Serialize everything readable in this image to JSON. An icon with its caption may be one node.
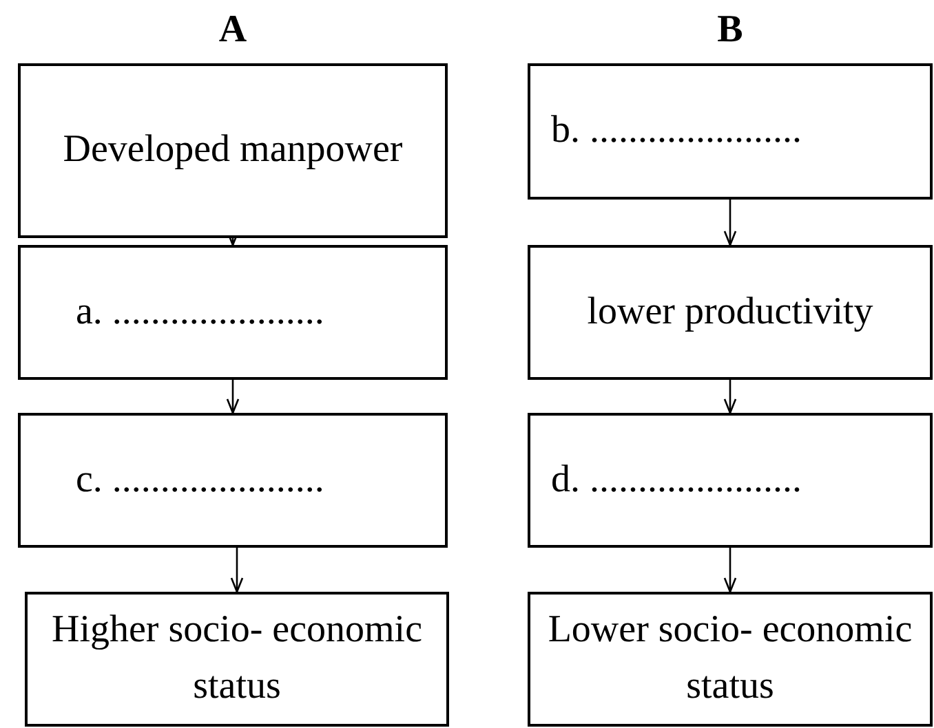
{
  "diagram": {
    "nodes": [
      {
        "text": [
          "Developed manpower"
        ]
      },
      {
        "text": [
          "a. ......................"
        ]
      },
      {
        "text": [
          "c. ......................"
        ]
      },
      {
        "text": [
          "Higher socio- economic status"
        ]
      },
      {
        "text": [
          "b. ......................"
        ]
      },
      {
        "text": [
          "lower productivity"
        ]
      },
      {
        "text": [
          "d. ......................"
        ]
      },
      {
        "text": [
          "Lower socio- economic status"
        ]
      }
    ],
    "edges": [
      {
        "from": 0,
        "to": 1,
        "arrow": "to"
      },
      {
        "from": 1,
        "to": 2,
        "arrow": "to"
      },
      {
        "from": 2,
        "to": 3,
        "arrow": "to"
      },
      {
        "from": 4,
        "to": 5,
        "arrow": "to"
      },
      {
        "from": 5,
        "to": 6,
        "arrow": "to"
      },
      {
        "from": 6,
        "to": 7,
        "arrow": "to"
      }
    ],
    "labels": [
      "A",
      "B"
    ]
  }
}
